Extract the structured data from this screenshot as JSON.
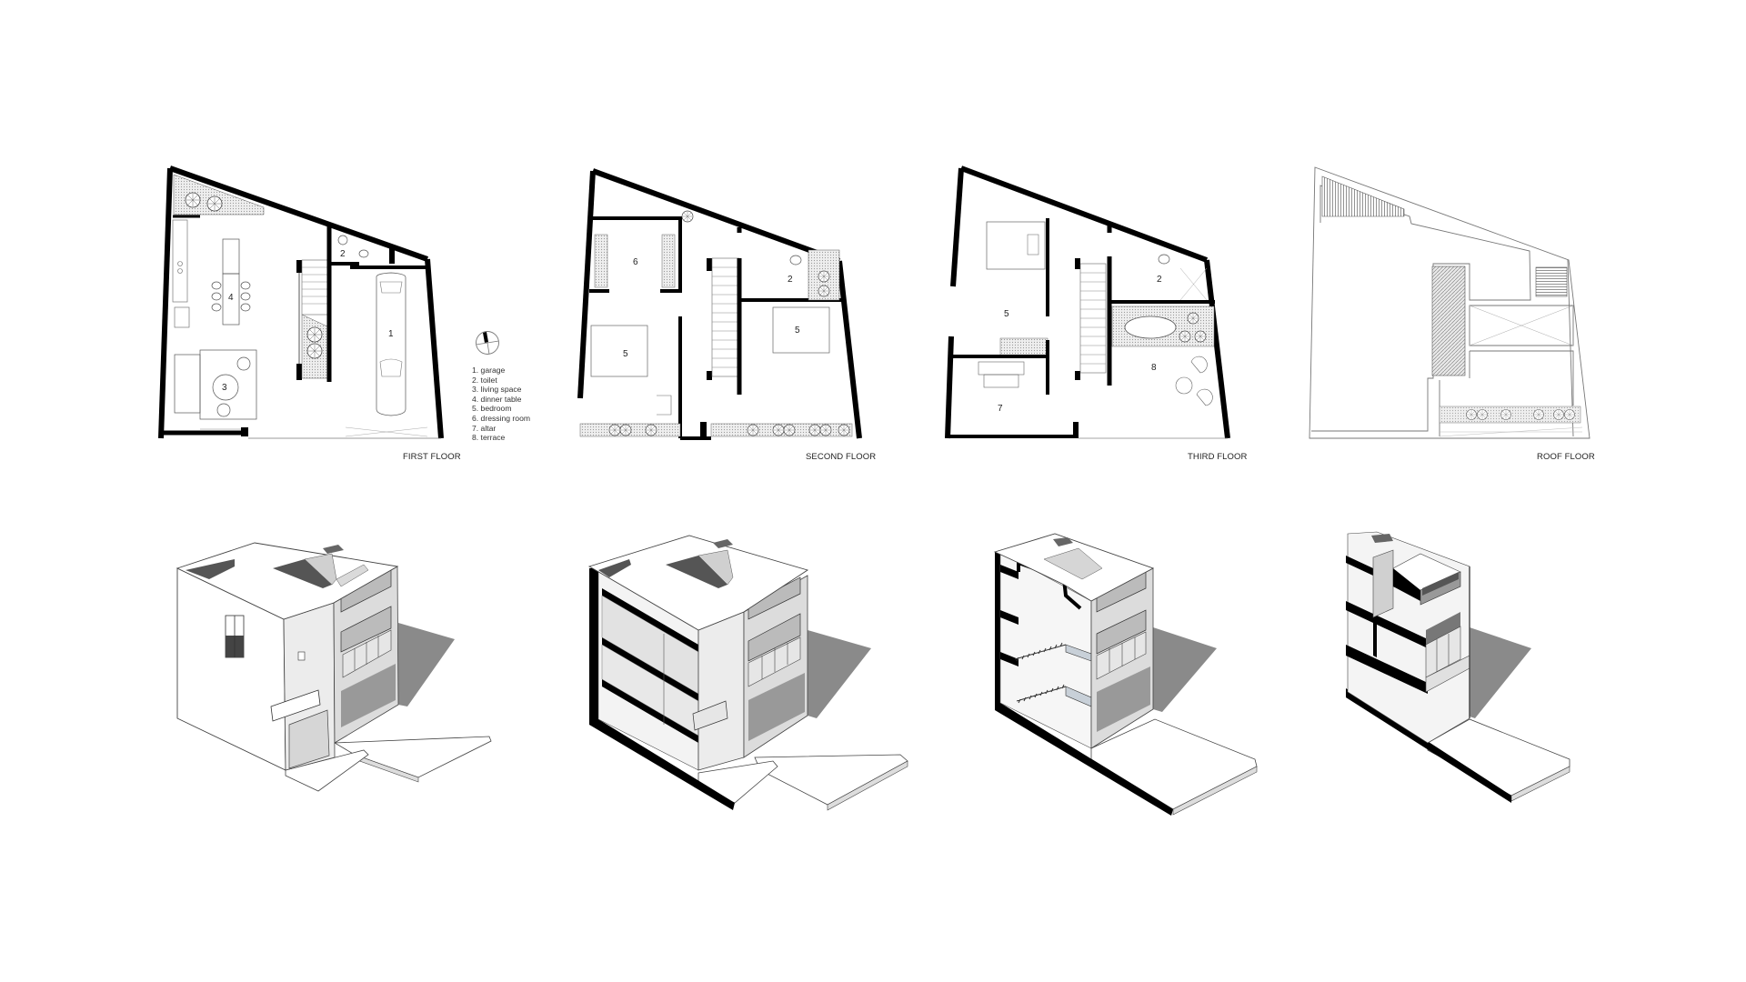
{
  "plans": [
    {
      "id": "first",
      "label": "FIRST FLOOR",
      "rooms": [
        {
          "num": "1",
          "name": "garage"
        },
        {
          "num": "2",
          "name": "toilet"
        },
        {
          "num": "3",
          "name": "living space"
        },
        {
          "num": "4",
          "name": "dinner table"
        }
      ]
    },
    {
      "id": "second",
      "label": "SECOND FLOOR",
      "rooms": [
        {
          "num": "6",
          "name": "dressing room"
        },
        {
          "num": "5",
          "name": "bedroom"
        },
        {
          "num": "5",
          "name": "bedroom"
        },
        {
          "num": "2",
          "name": "toilet"
        }
      ]
    },
    {
      "id": "third",
      "label": "THIRD FLOOR",
      "rooms": [
        {
          "num": "5",
          "name": "bedroom"
        },
        {
          "num": "2",
          "name": "toilet"
        },
        {
          "num": "7",
          "name": "altar"
        },
        {
          "num": "8",
          "name": "terrace"
        }
      ]
    },
    {
      "id": "roof",
      "label": "ROOF FLOOR",
      "rooms": []
    }
  ],
  "legend": {
    "items": [
      "1. garage",
      "2. toilet",
      "3. living space",
      "4. dinner table",
      "5. bedroom",
      "6. dressing room",
      "7. altar",
      "8. terrace"
    ]
  },
  "north_arrow": {
    "icon": "north-arrow-icon"
  },
  "axonometrics": [
    {
      "id": "axo-full",
      "desc": "full building"
    },
    {
      "id": "axo-cut-1",
      "desc": "section cut 1"
    },
    {
      "id": "axo-cut-2",
      "desc": "section cut 2"
    },
    {
      "id": "axo-cut-3",
      "desc": "section cut 3"
    }
  ],
  "colors": {
    "wall": "#000000",
    "line": "#555555",
    "light_line": "#999999",
    "shadow": "#8a8a8a",
    "hatch": "#cfcfcf",
    "face_light": "#f2f2f2",
    "face_mid": "#d9d9d9",
    "face_dark": "#b5b5b5"
  }
}
